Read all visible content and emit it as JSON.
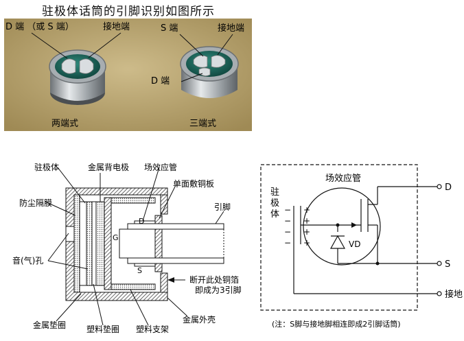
{
  "title": "驻极体话筒的引脚识别如图所示",
  "photo": {
    "left_top_label": "D 端 （或 S 端）",
    "left_ground_label": "接地端",
    "right_s_label": "S 端",
    "right_ground_label": "接地端",
    "right_d_label": "D 端",
    "left_caption": "两端式",
    "right_caption": "三端式"
  },
  "cross_section": {
    "electret": "驻极体",
    "metal_back_electrode": "金属背电极",
    "fet": "场效应管",
    "pcb": "单面敷铜板",
    "pin": "引脚",
    "dust_film": "防尘隔膜",
    "sound_hole": "音(气)孔",
    "cut_note_1": "断开此处铜箔",
    "cut_note_2": "即成为3引脚",
    "metal_gasket": "金属垫圈",
    "plastic_gasket": "塑料垫圈",
    "plastic_bracket": "塑料支架",
    "metal_shell": "金属外壳",
    "pin_d": "D",
    "pin_g": "G",
    "pin_s": "S"
  },
  "circuit": {
    "fet_label": "场效应管",
    "electret_label": "驻极体",
    "vd_label": "VD",
    "terminal_d": "D",
    "terminal_s": "S",
    "terminal_ground": "接地",
    "note": "(注：S脚与接地脚相连即成2引脚话筒)"
  },
  "colors": {
    "photo_bg": "#b9a46f",
    "capsule_green": "#1f6f63",
    "metal": "#b7bcc0",
    "hatch": "#555555"
  }
}
